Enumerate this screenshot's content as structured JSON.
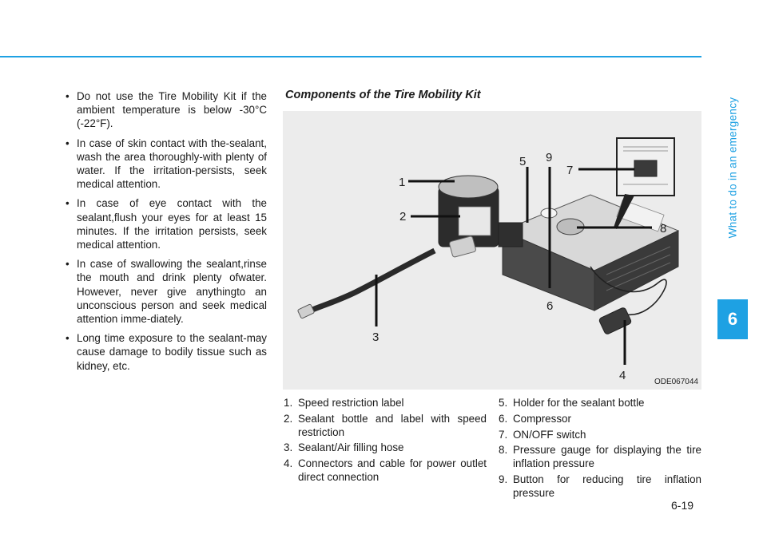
{
  "side_tab": {
    "label": "What to do in an emergency",
    "chapter": "6"
  },
  "warnings": [
    "Do not use the Tire Mobility Kit if the ambient temperature is below -30°C (-22°F).",
    "In case of skin contact with the-sealant, wash the area thoroughly-with plenty of water. If the irritation-persists, seek medical attention.",
    "In case of eye contact with the sealant,flush your eyes for at least 15 minutes. If the irritation persists, seek medical attention.",
    "In case of swallowing the sealant,rinse the mouth and drink plenty ofwater. However, never give anythingto an unconscious person and seek medical attention imme-diately.",
    "Long time exposure to the sealant-may cause damage to bodily tissue such as kidney, etc."
  ],
  "section_title": "Components of the Tire Mobility Kit",
  "figure": {
    "code": "ODE067044",
    "callouts": [
      "1",
      "2",
      "3",
      "4",
      "5",
      "6",
      "7",
      "8",
      "9"
    ]
  },
  "components": [
    {
      "num": "1.",
      "text": "Speed restriction label"
    },
    {
      "num": "2.",
      "text": "Sealant bottle and label with speed restriction"
    },
    {
      "num": "3.",
      "text": "Sealant/Air filling hose"
    },
    {
      "num": "4.",
      "text": "Connectors and cable for power outlet direct connection"
    },
    {
      "num": "5.",
      "text": "Holder for the sealant bottle"
    },
    {
      "num": "6.",
      "text": "Compressor"
    },
    {
      "num": "7.",
      "text": "ON/OFF switch"
    },
    {
      "num": "8.",
      "text": "Pressure gauge for displaying the tire inflation pressure"
    },
    {
      "num": "9.",
      "text": "Button for reducing tire inflation pressure"
    }
  ],
  "page_number": "6-19",
  "colors": {
    "accent": "#1ea1e3"
  }
}
